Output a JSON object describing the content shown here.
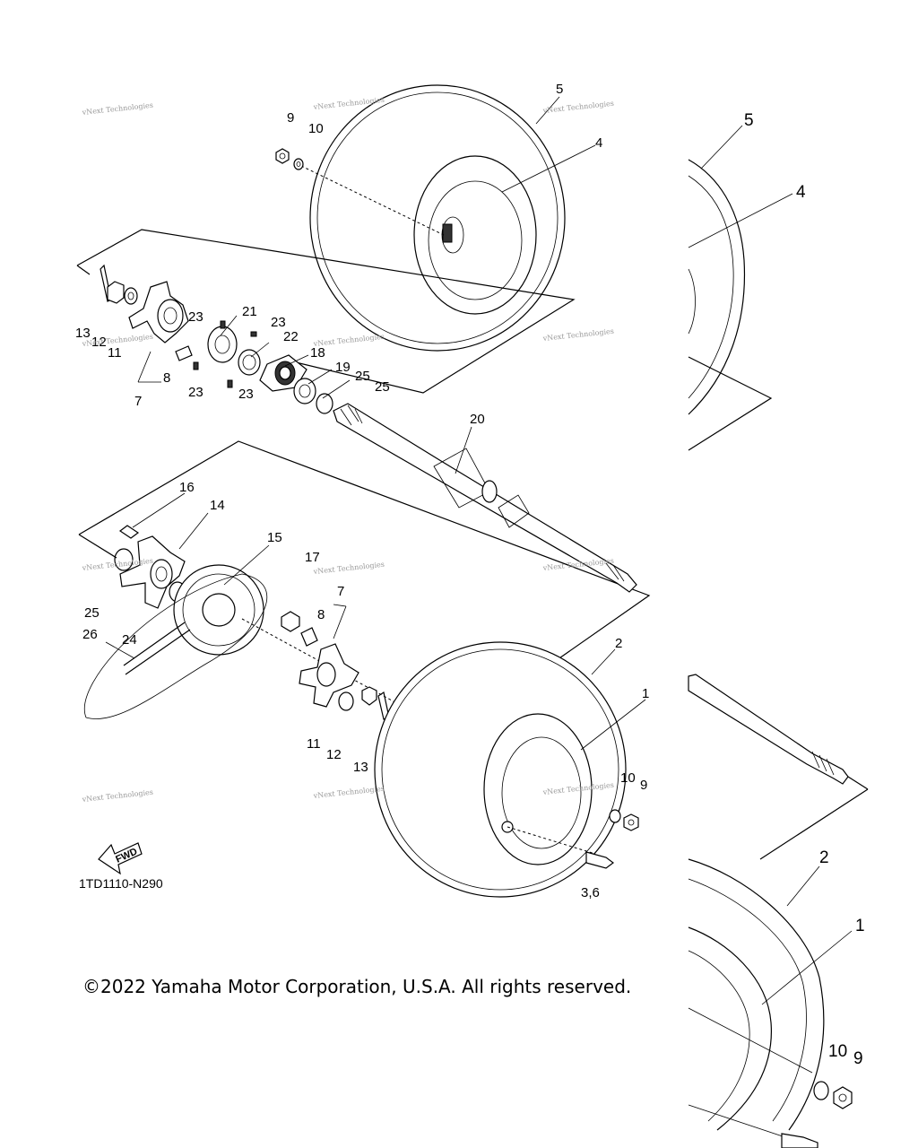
{
  "diagram_code": "1TD1110-N290",
  "copyright": "©2022 Yamaha Motor Corporation, U.S.A. All rights reserved.",
  "fwd_label": "FWD",
  "watermark_text": "vNext Technologies",
  "callouts": {
    "c1": "1",
    "c2": "2",
    "c36": "3,6",
    "c4": "4",
    "c5": "5",
    "c7a": "7",
    "c7b": "7",
    "c8a": "8",
    "c8b": "8",
    "c9a": "9",
    "c9b": "9",
    "c10a": "10",
    "c10b": "10",
    "c11a": "11",
    "c11b": "11",
    "c12a": "12",
    "c12b": "12",
    "c13a": "13",
    "c13b": "13",
    "c14": "14",
    "c15": "15",
    "c16": "16",
    "c17": "17",
    "c18": "18",
    "c19": "19",
    "c20": "20",
    "c21": "21",
    "c22": "22",
    "c23a": "23",
    "c23b": "23",
    "c23c": "23",
    "c23d": "23",
    "c24": "24",
    "c25a": "25",
    "c25b": "25",
    "c25c": "25",
    "c26": "26"
  },
  "zoom_callouts": {
    "z5": "5",
    "z4": "4",
    "z2": "2",
    "z1": "1",
    "z10": "10",
    "z9": "9"
  }
}
